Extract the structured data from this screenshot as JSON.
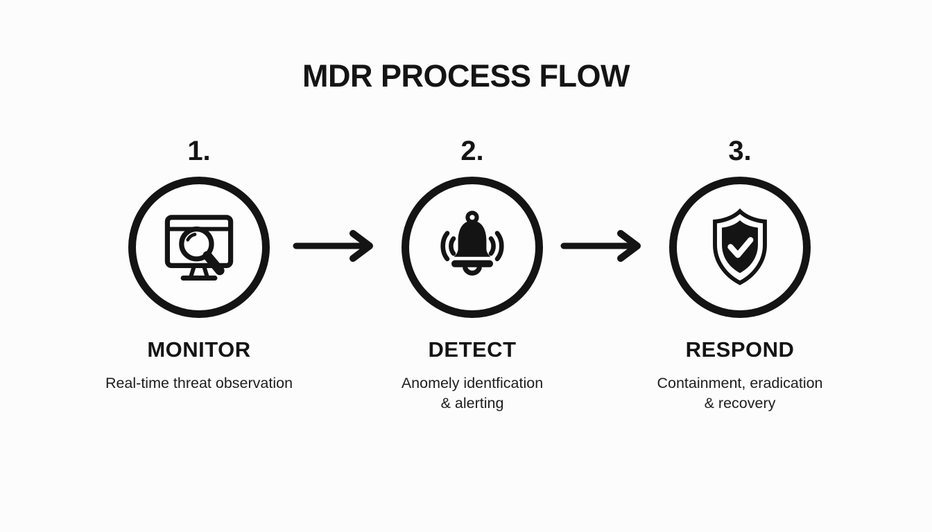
{
  "title": "MDR PROCESS FLOW",
  "steps": [
    {
      "number": "1.",
      "label": "MONITOR",
      "description": "Real-time threat observation",
      "icon": "monitor-search-icon"
    },
    {
      "number": "2.",
      "label": "DETECT",
      "description": "Anomely identfication\n& alerting",
      "icon": "alert-bell-icon"
    },
    {
      "number": "3.",
      "label": "RESPOND",
      "description": "Containment, eradication\n& recovery",
      "icon": "shield-check-icon"
    }
  ],
  "colors": {
    "ink": "#141414",
    "background": "#fcfcfc"
  }
}
